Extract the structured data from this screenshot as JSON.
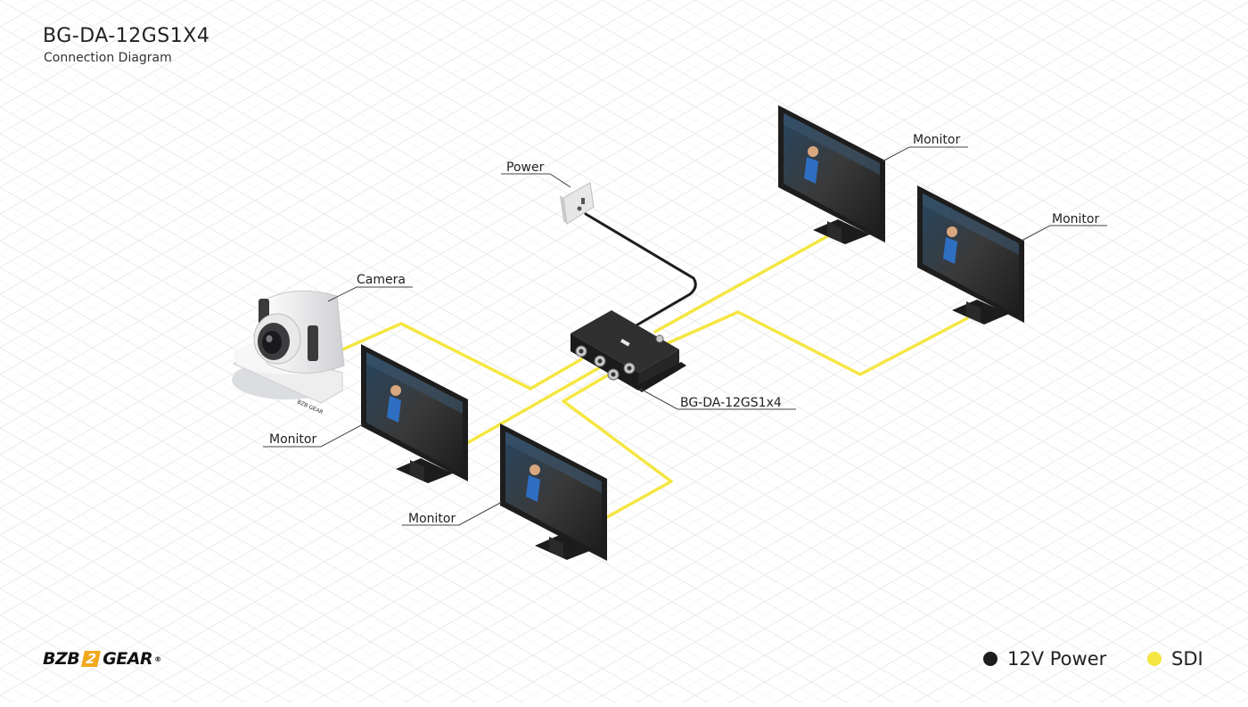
{
  "diagram": {
    "title": "BG-DA-12GS1X4",
    "subtitle": "Connection Diagram"
  },
  "labels": {
    "power": "Power",
    "camera": "Camera",
    "device": "BG-DA-12GS1x4",
    "monitor_top": "Monitor",
    "monitor_right": "Monitor",
    "monitor_left": "Monitor",
    "monitor_bottom": "Monitor"
  },
  "brand": {
    "prefix": "BZB",
    "mark": "2",
    "suffix": "GEAR",
    "registered": "®"
  },
  "legend": {
    "power_label": "12V Power",
    "power_color": "#1d1d1d",
    "sdi_label": "SDI",
    "sdi_color": "#f5e642"
  }
}
